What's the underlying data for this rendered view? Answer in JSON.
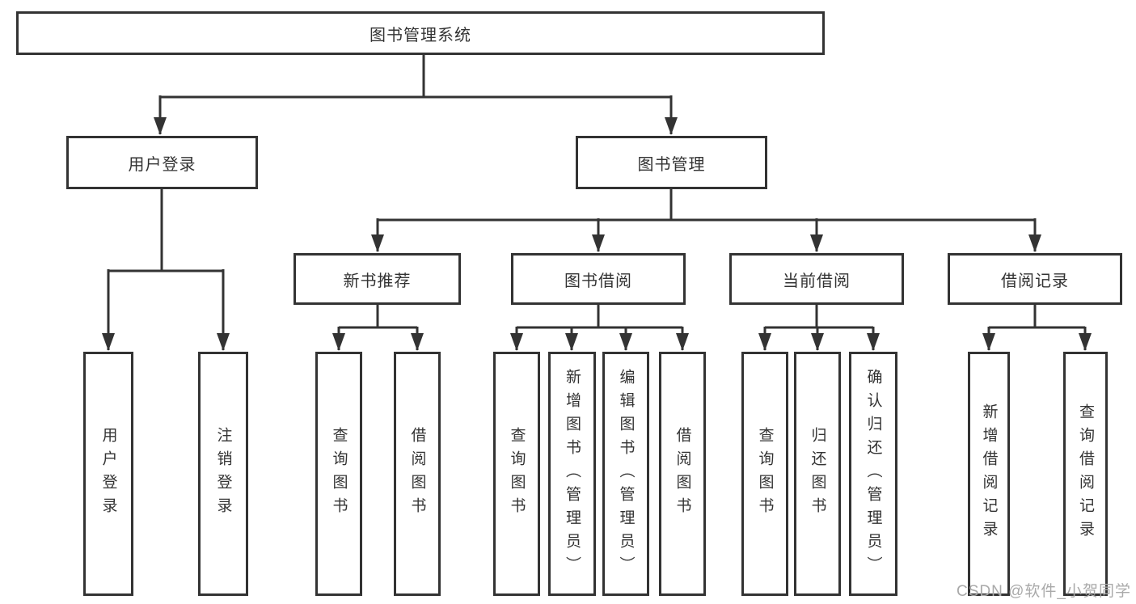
{
  "colors": {
    "line": "#333333",
    "text": "#333333",
    "watermark": "#a9a9a9"
  },
  "watermark": "CSDN @软件_小贺同学",
  "diagram": {
    "type": "tree",
    "root": {
      "label": "图书管理系统"
    },
    "level2": [
      {
        "label": "用户登录",
        "children": [
          {
            "label": "用户登录"
          },
          {
            "label": "注销登录"
          }
        ]
      },
      {
        "label": "图书管理",
        "children": [
          {
            "label": "新书推荐",
            "children": [
              {
                "label": "查询图书"
              },
              {
                "label": "借阅图书"
              }
            ]
          },
          {
            "label": "图书借阅",
            "children": [
              {
                "label": "查询图书"
              },
              {
                "label": "新增图书（管理员）"
              },
              {
                "label": "编辑图书（管理员）"
              },
              {
                "label": "借阅图书"
              }
            ]
          },
          {
            "label": "当前借阅",
            "children": [
              {
                "label": "查询图书"
              },
              {
                "label": "归还图书"
              },
              {
                "label": "确认归还（管理员）"
              }
            ]
          },
          {
            "label": "借阅记录",
            "children": [
              {
                "label": "新增借阅记录"
              },
              {
                "label": "查询借阅记录"
              }
            ]
          }
        ]
      }
    ]
  }
}
